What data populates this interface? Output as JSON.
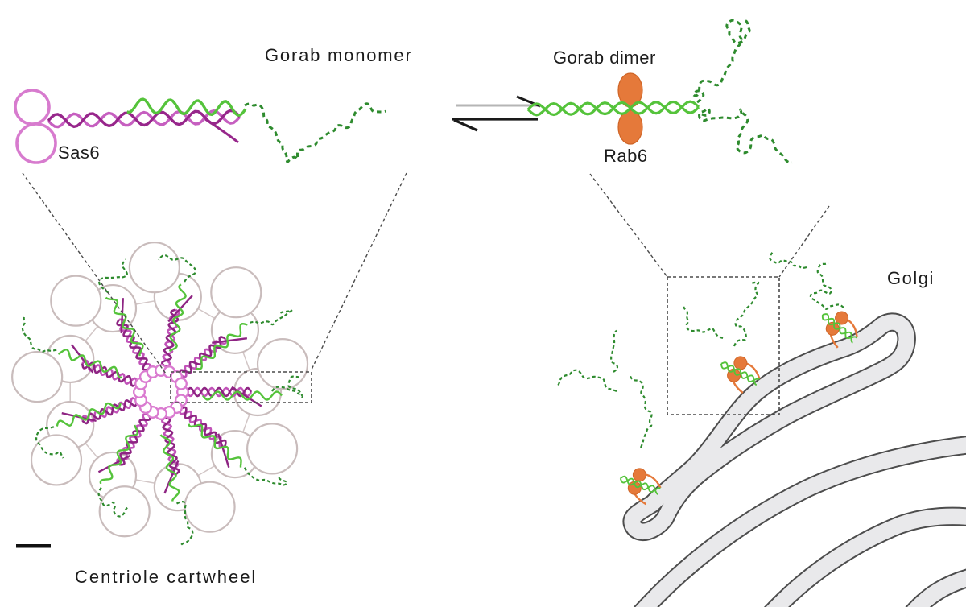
{
  "labels": {
    "gorab_monomer": "Gorab monomer",
    "sas6": "Sas6",
    "gorab_dimer": "Gorab dimer",
    "rab6": "Rab6",
    "golgi": "Golgi",
    "centriole_cartwheel": "Centriole cartwheel"
  },
  "colors": {
    "text": "#1c1c1c",
    "sas6_pink": "#d77bce",
    "magenta_light": "#c65fc0",
    "magenta_dark": "#97268b",
    "cartwheel_magenta_light": "#c153b8",
    "cartwheel_magenta_dark": "#8e2483",
    "gorab_green": "#55c33b",
    "disordered_green": "#2e8b2e",
    "rab6_orange": "#e5793a",
    "rab6_orange_stroke": "#cf6527",
    "membrane_fill": "#e9e9eb",
    "membrane_stroke": "#4d4d4d",
    "circle_stroke": "#c9bcbc",
    "mesh_line": "#d2c6c6",
    "hub_pink": "#da7bd0",
    "dash_line": "#4a4a4a",
    "arrow_gray": "#b5b5b5",
    "arrow_black": "#1a1a1a",
    "scalebar": "#111111",
    "background": "#ffffff"
  }
}
